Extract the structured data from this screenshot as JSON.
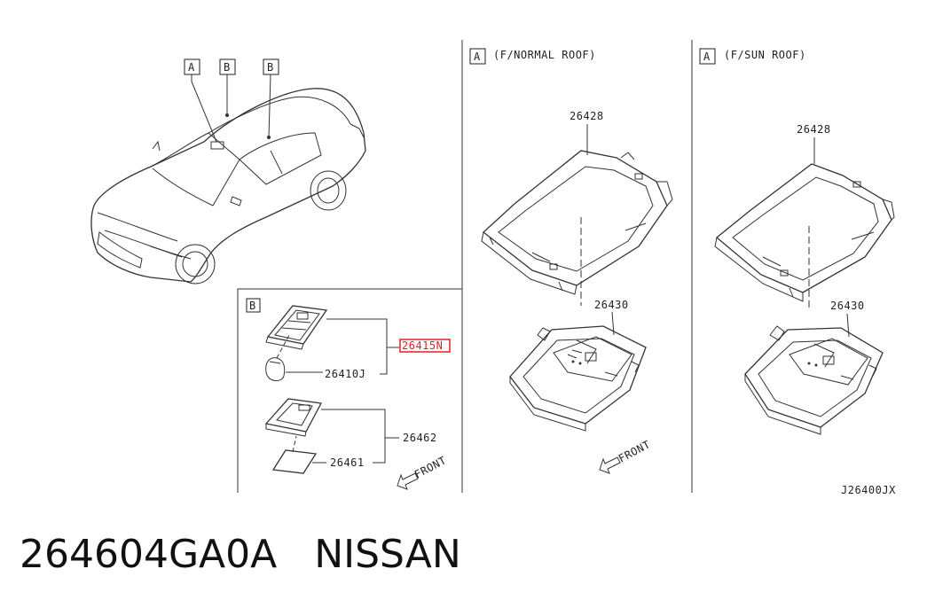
{
  "callouts": {
    "car_a": "A",
    "car_b1": "B",
    "car_b2": "B",
    "detail_b": "B",
    "normal_a": "A",
    "sun_a": "A"
  },
  "views": {
    "normal_roof": "(F/NORMAL ROOF)",
    "sun_roof": "(F/SUN ROOF)"
  },
  "parts": {
    "p26415N": "26415N",
    "p26410J": "26410J",
    "p26462": "26462",
    "p26461": "26461",
    "p26428_normal": "26428",
    "p26430_normal": "26430",
    "p26428_sun": "26428",
    "p26430_sun": "26430"
  },
  "front_labels": {
    "detail": "FRONT",
    "normal": "FRONT"
  },
  "diagram_code": "J26400JX",
  "footer": {
    "part_number": "264604GA0A",
    "brand": "NISSAN"
  },
  "colors": {
    "highlight": "#e02020",
    "ink": "#333333"
  }
}
